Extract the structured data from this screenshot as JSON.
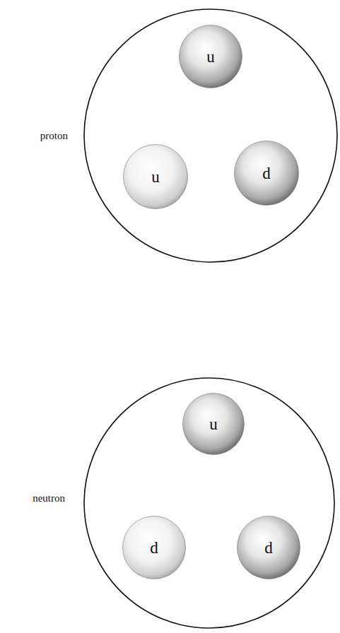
{
  "diagram": {
    "nodes": [
      {
        "text": [
          "proton"
        ]
      },
      {
        "text": [
          "u"
        ],
        "in": 0
      },
      {
        "text": [
          "u"
        ],
        "in": 0
      },
      {
        "text": [
          "d"
        ],
        "in": 0
      },
      {
        "text": [
          "neutron"
        ]
      },
      {
        "text": [
          "u"
        ],
        "in": 4
      },
      {
        "text": [
          "d"
        ],
        "in": 4
      },
      {
        "text": [
          "d"
        ],
        "in": 4
      }
    ]
  }
}
